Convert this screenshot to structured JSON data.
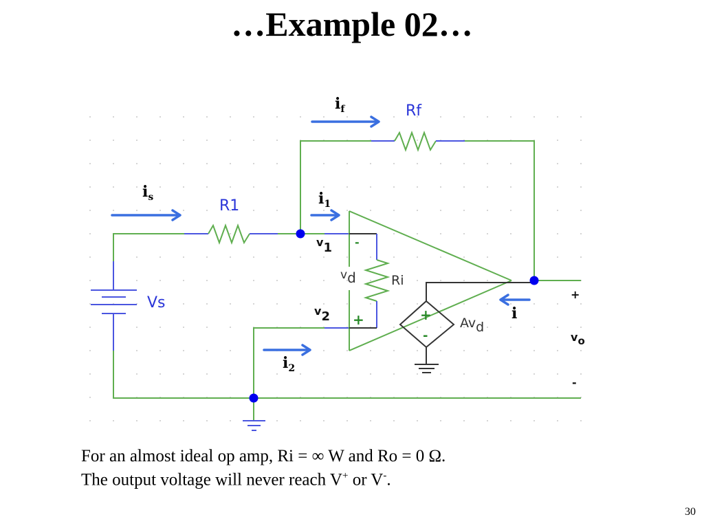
{
  "slide": {
    "title": "…Example 02…",
    "page_number": "30"
  },
  "diagram": {
    "components": {
      "rf_label": "Rf",
      "r1_label": "R1",
      "vs_label": "Vs",
      "ri_label": "Ri",
      "dep_source_label": "Av",
      "dep_source_sub": "d"
    },
    "currents": {
      "if_main": "i",
      "if_sub": "f",
      "is_main": "i",
      "is_sub": "s",
      "i1_main": "i",
      "i1_sub": "1",
      "i2_main": "i",
      "i2_sub": "2",
      "i_out": "i"
    },
    "nodes": {
      "v1_main": "v",
      "v1_sub": "1",
      "v2_main": "v",
      "v2_sub": "2",
      "vd_main": "v",
      "vd_sub": "d",
      "vo_main": "v",
      "vo_sub": "o",
      "vo_plus": "+",
      "vo_minus": "-",
      "input_minus": "-",
      "input_plus": "+",
      "source_plus": "+",
      "source_minus": "-"
    },
    "colors": {
      "wire_green": "#5fae4f",
      "wire_blue": "#4a55e0",
      "arrow_blue": "#3a6fe0",
      "label_blue": "#2a35d8",
      "node_dot": "#0000ee"
    }
  },
  "caption": {
    "line1": "For an  almost ideal op amp, Ri = ∞ W and Ro = 0 Ω.",
    "line2_prefix": "The output voltage will never reach V",
    "line2_sup1": "+",
    "line2_mid": " or V",
    "line2_sup2": "-",
    "line2_suffix": "."
  }
}
